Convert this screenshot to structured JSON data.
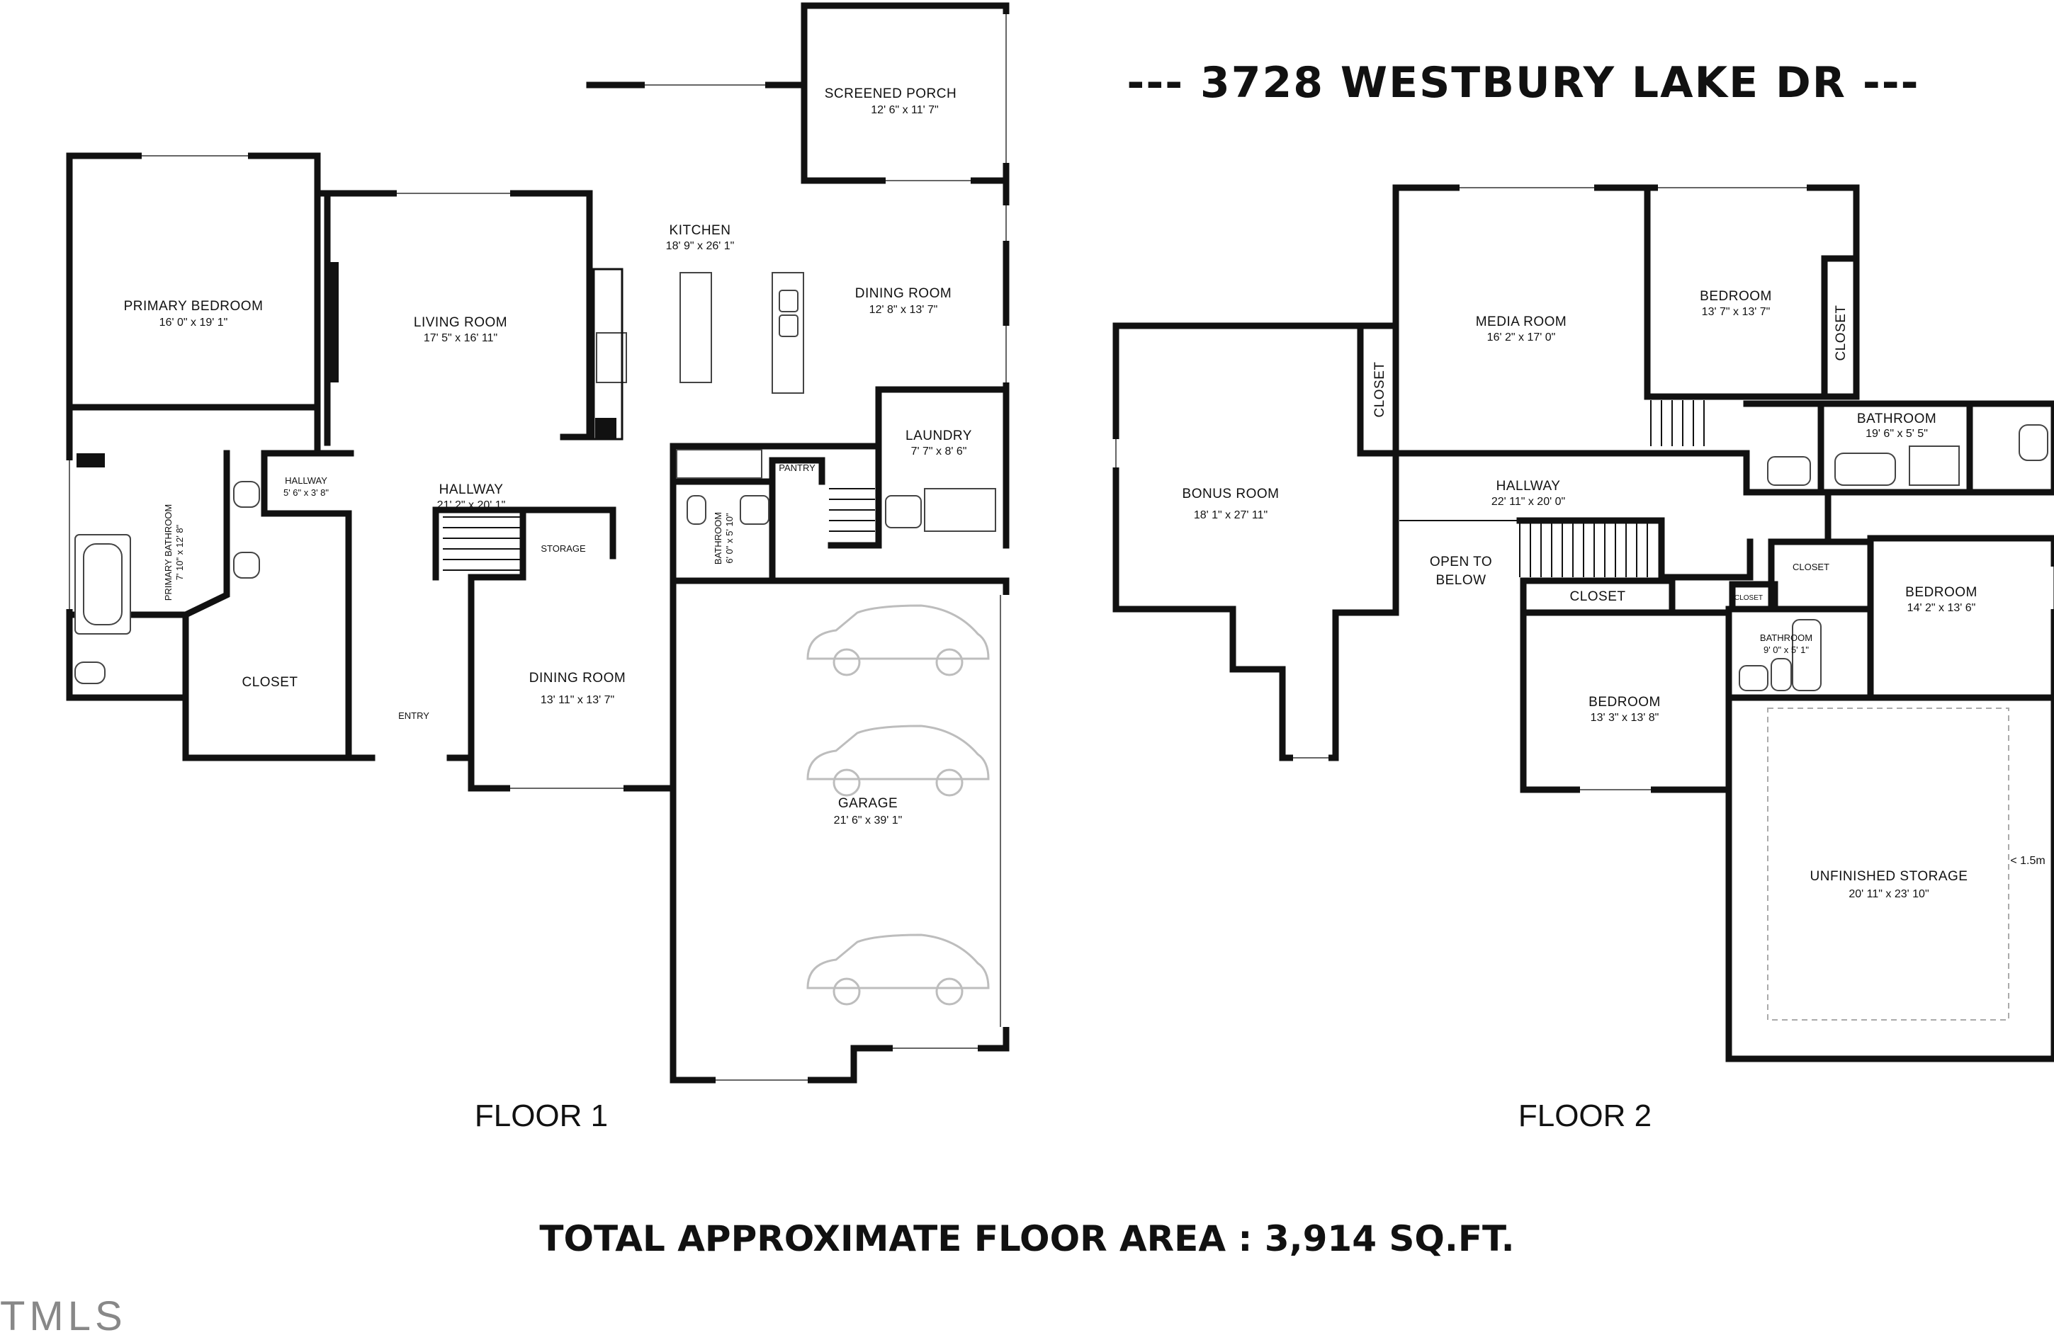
{
  "title": "--- 3728 WESTBURY LAKE DR ---",
  "total_area": "TOTAL APPROXIMATE FLOOR AREA : 3,914 SQ.FT.",
  "logo": "TMLS",
  "floor1": {
    "label": "FLOOR 1",
    "rooms": {
      "primary_bedroom": {
        "name": "PRIMARY BEDROOM",
        "dims": "16' 0\" x 19' 1\""
      },
      "living_room": {
        "name": "LIVING ROOM",
        "dims": "17' 5\" x 16' 11\""
      },
      "kitchen": {
        "name": "KITCHEN",
        "dims": "18' 9\" x 26' 1\""
      },
      "screened_porch": {
        "name": "SCREENED PORCH",
        "dims": "12' 6\" x 11' 7\""
      },
      "dining_room_upper": {
        "name": "DINING ROOM",
        "dims": "12' 8\" x 13' 7\""
      },
      "laundry": {
        "name": "LAUNDRY",
        "dims": "7' 7\" x 8' 6\""
      },
      "pantry": {
        "name": "PANTRY"
      },
      "hallway_small": {
        "name": "HALLWAY",
        "dims": "5' 6\" x 3' 8\""
      },
      "hallway": {
        "name": "HALLWAY",
        "dims": "21' 2\" x 20' 1\""
      },
      "storage": {
        "name": "STORAGE"
      },
      "bathroom": {
        "name": "BATHROOM",
        "dims": "6' 0\" x 5' 10\""
      },
      "primary_bathroom": {
        "name": "PRIMARY BATHROOM",
        "dims": "7' 10\" x 12' 8\""
      },
      "closet": {
        "name": "CLOSET"
      },
      "dining_room_lower": {
        "name": "DINING ROOM",
        "dims": "13' 11\" x 13' 7\""
      },
      "entry": {
        "name": "ENTRY"
      },
      "garage": {
        "name": "GARAGE",
        "dims": "21' 6\" x 39' 1\""
      }
    }
  },
  "floor2": {
    "label": "FLOOR 2",
    "rooms": {
      "media_room": {
        "name": "MEDIA ROOM",
        "dims": "16' 2\" x 17' 0\""
      },
      "bedroom_ne": {
        "name": "BEDROOM",
        "dims": "13' 7\" x 13' 7\""
      },
      "closet_ne": {
        "name": "CLOSET"
      },
      "closet_bonus": {
        "name": "CLOSET"
      },
      "bonus_room": {
        "name": "BONUS ROOM",
        "dims": "18' 1\" x 27' 11\""
      },
      "bathroom_main": {
        "name": "BATHROOM",
        "dims": "19' 6\" x 5' 5\""
      },
      "hallway": {
        "name": "HALLWAY",
        "dims": "22' 11\" x 20' 0\""
      },
      "open_to_below": {
        "line1": "OPEN TO",
        "line2": "BELOW"
      },
      "closet_mid": {
        "name": "CLOSET"
      },
      "closet_sw": {
        "name": "CLOSET"
      },
      "closet_tiny": {
        "name": "CLOSET"
      },
      "bedroom_e": {
        "name": "BEDROOM",
        "dims": "14' 2\" x 13' 6\""
      },
      "bathroom_small": {
        "name": "BATHROOM",
        "dims": "9' 0\" x 5' 1\""
      },
      "bedroom_sw": {
        "name": "BEDROOM",
        "dims": "13' 3\" x 13' 8\""
      },
      "unfinished_storage": {
        "name": "UNFINISHED STORAGE",
        "dims": "20' 11\" x 23' 10\""
      },
      "height_note": "< 1.5m"
    }
  }
}
